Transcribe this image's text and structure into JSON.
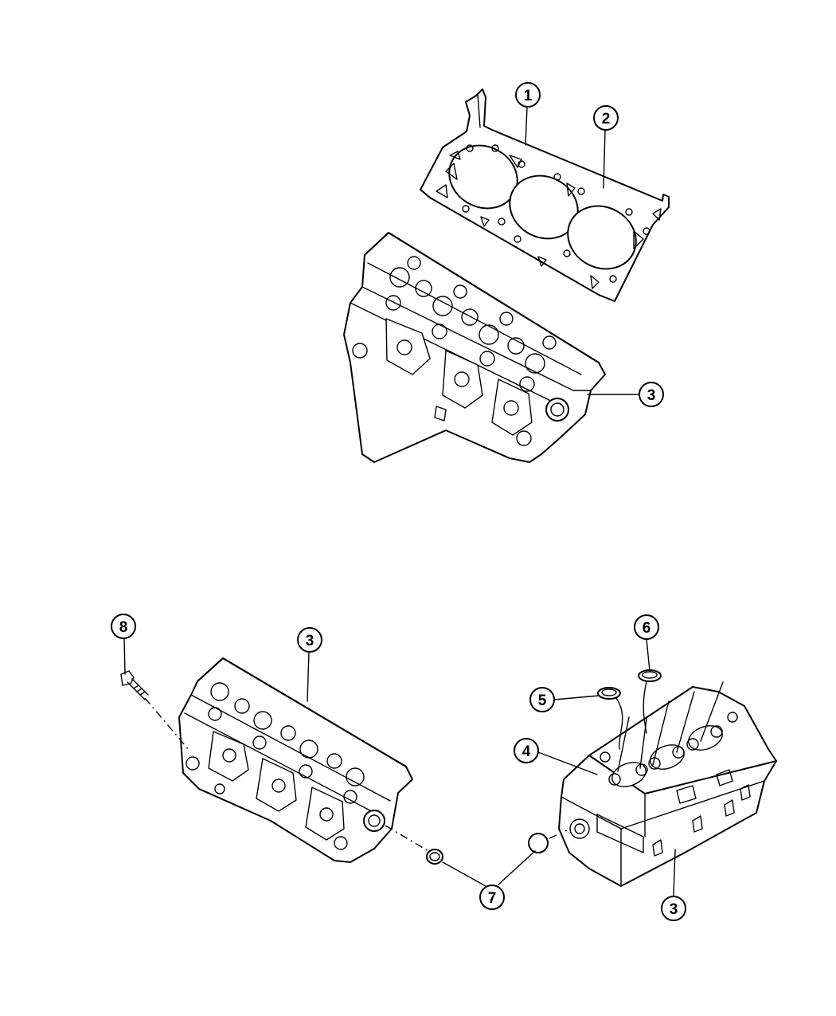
{
  "callouts": {
    "c1": "1",
    "c2": "2",
    "c3_top": "3",
    "c3_left": "3",
    "c3_right": "3",
    "c4": "4",
    "c5": "5",
    "c6": "6",
    "c7": "7",
    "c8": "8"
  }
}
